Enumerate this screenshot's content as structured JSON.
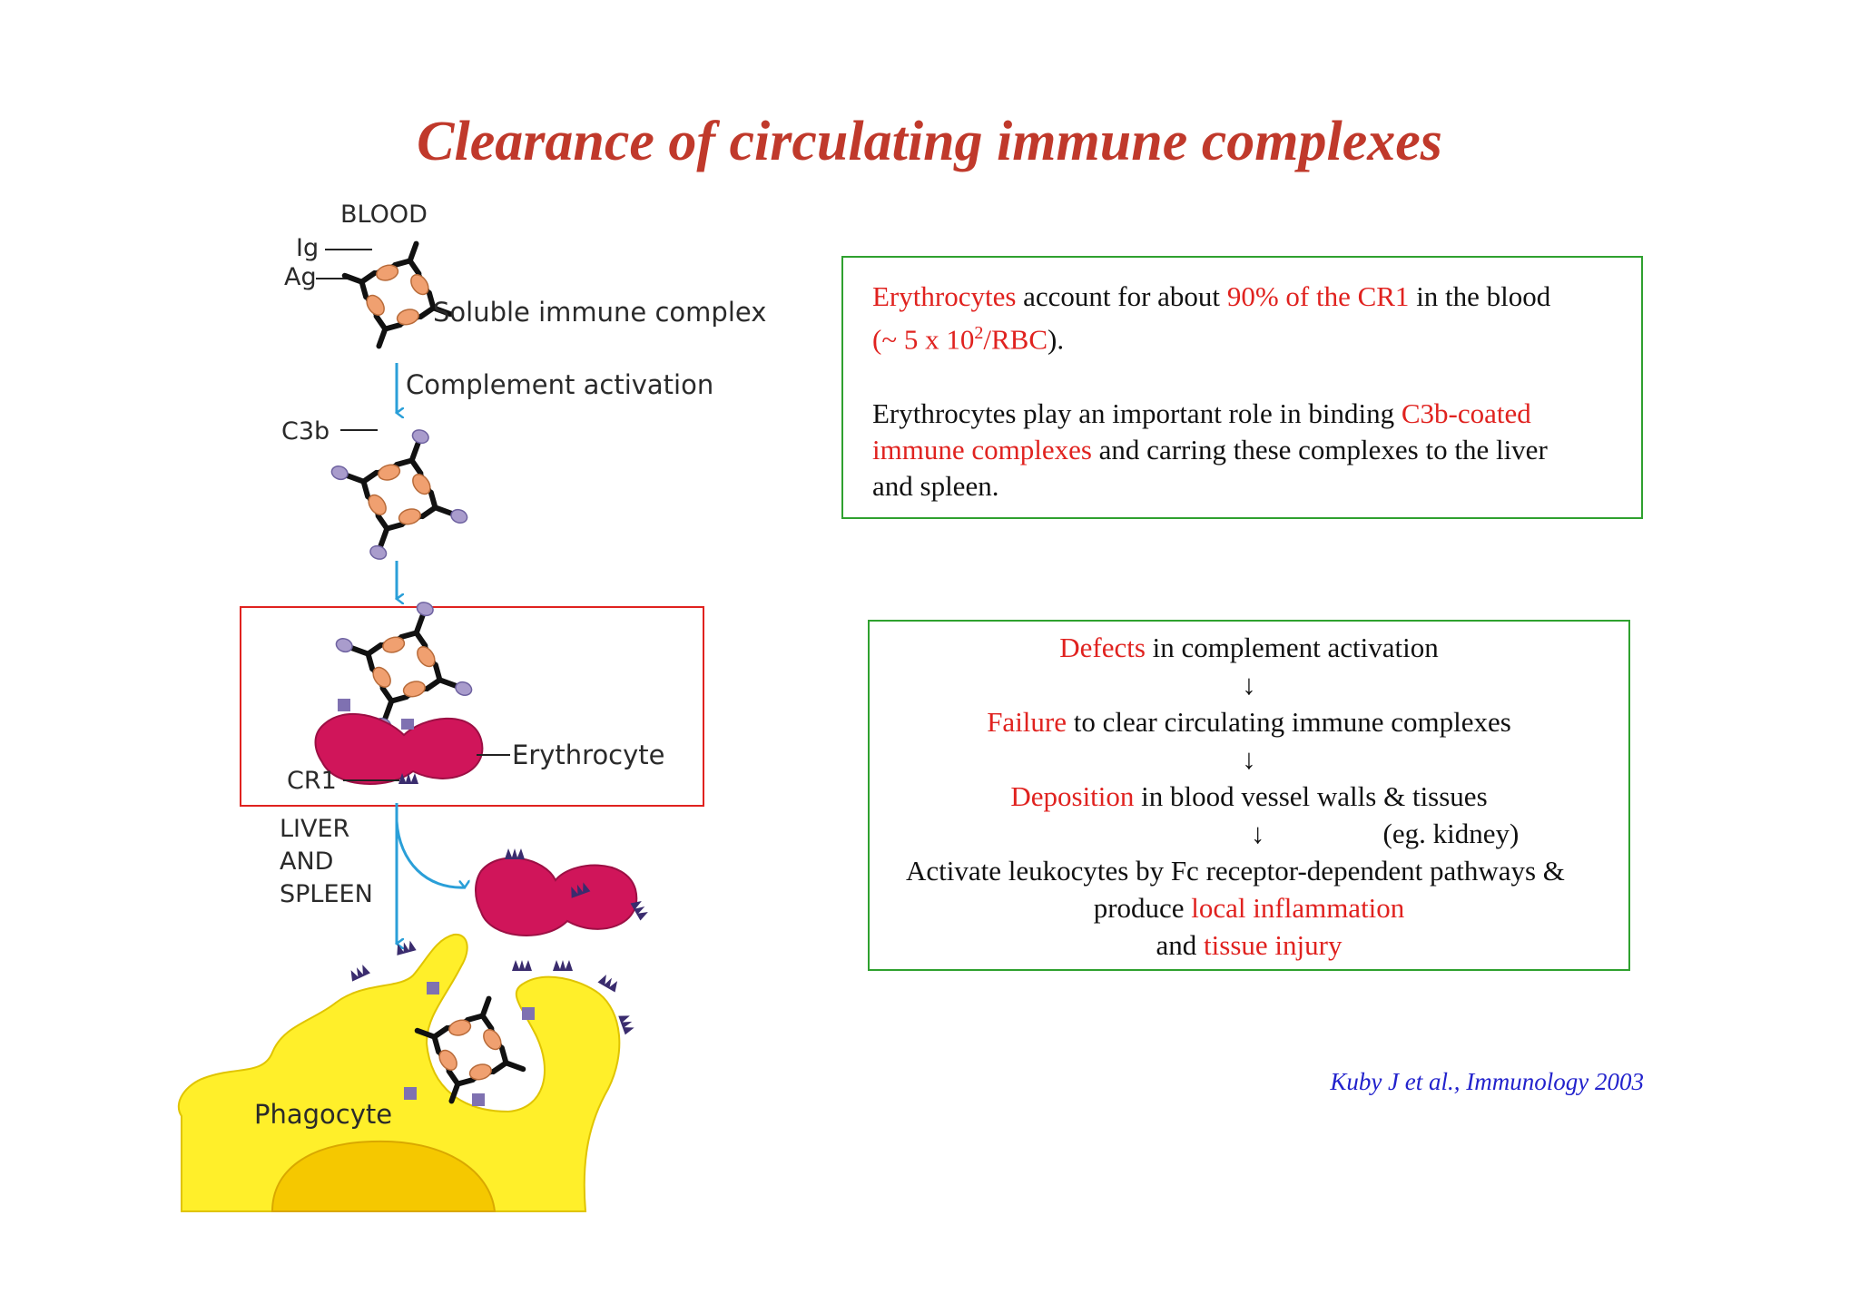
{
  "slide": {
    "title": "Clearance of circulating immune complexes",
    "citation": "Kuby J et al., Immunology 2003"
  },
  "figure": {
    "labels": {
      "blood": "BLOOD",
      "ig": "Ig",
      "ag": "Ag",
      "soluble_complex": "Soluble immune complex",
      "complement_activation": "Complement activation",
      "c3b": "C3b",
      "erythrocyte": "Erythrocyte",
      "cr1": "CR1",
      "liver": "LIVER",
      "and": "AND",
      "spleen": "SPLEEN",
      "phagocyte": "Phagocyte"
    }
  },
  "box1": {
    "p1": {
      "a": "Erythrocytes",
      "b": " account for about ",
      "c": "90% of the CR1",
      "d": " in the blood",
      "e": "(~ 5 x 10",
      "f": "2",
      "g": "/RBC",
      "h": ")."
    },
    "p2": {
      "a": " Erythrocytes play an important role in binding ",
      "b": "C3b-coated",
      "c": "immune complexes",
      "d": " and carring these complexes to the liver",
      "e": "and spleen."
    }
  },
  "box2": {
    "l1a": "Defects",
    "l1b": " in complement activation",
    "arrow": "↓",
    "l2a": "Failure",
    "l2b": " to clear circulating immune complexes",
    "l3a": "Deposition",
    "l3b": " in blood vessel walls & tissues",
    "l4": "(eg.  kidney)",
    "l5": "Activate leukocytes by Fc receptor-dependent pathways &",
    "l6a": "produce ",
    "l6b": "local inflammation",
    "l7a": "and ",
    "l7b": "tissue injury"
  },
  "colors": {
    "title": "#c0392b",
    "highlight_text": "#e0221f",
    "box_border": "#2fa12f",
    "highlight_box": "#e0221f",
    "citation": "#2222cc",
    "antigen": "#f0a070",
    "erythrocyte": "#d0155a",
    "phagocyte": "#ffef2a",
    "nucleus": "#f5c800",
    "c3b": "#a99ccc",
    "cr1": "#3a2c6e",
    "arrow": "#2a9fd8"
  }
}
